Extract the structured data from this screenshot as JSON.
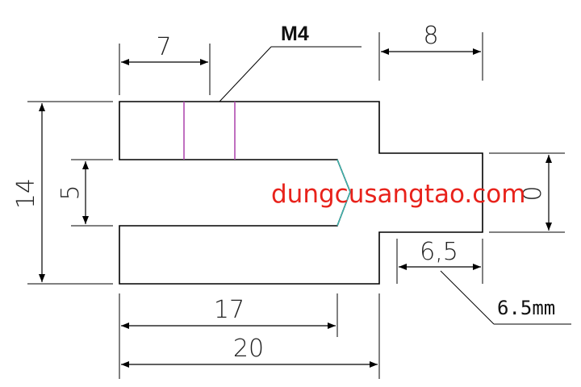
{
  "dimensions": {
    "top_left": "7",
    "top_right": "8",
    "left_height": "14",
    "slot_height": "5",
    "right_height": "0",
    "slot_depth": "17",
    "total_length": "20",
    "tab_width": "6,5"
  },
  "labels": {
    "thread": "M4",
    "tab_note": "6.5mm"
  },
  "watermark": "dungcusangtao.com",
  "colors": {
    "line": "#000000",
    "thread": "#b04cb0",
    "tip": "#3bb6b0",
    "watermark": "#e8221b"
  }
}
